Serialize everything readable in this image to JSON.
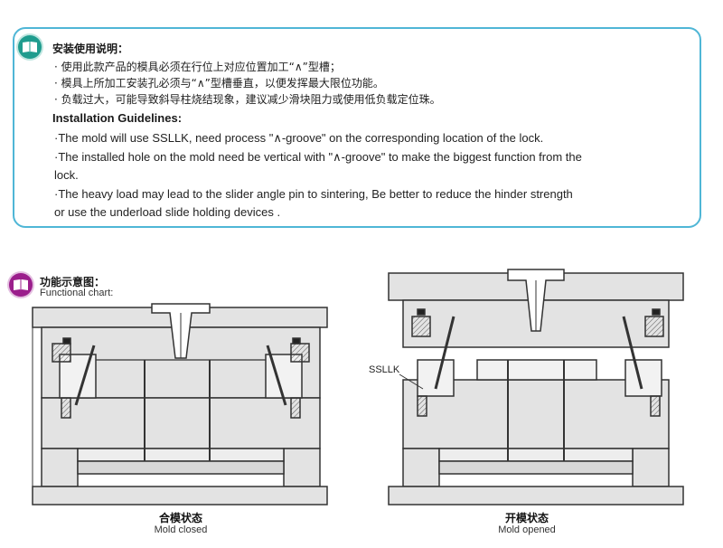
{
  "installation": {
    "cn_title": "安装使用说明：",
    "cn_lines": [
      "· 使用此款产品的模具必须在行位上对应位置加工“∧”型槽；",
      "· 模具上所加工安装孔必须与“∧”型槽垂直，以便发挥最大限位功能。",
      "· 负载过大，可能导致斜导柱烧结现象，建议减少滑块阻力或使用低负载定位珠。"
    ],
    "en_title": "Installation Guidelines:",
    "en_lines": [
      "·The mold will use SSLLK, need process \"∧-groove\" on the corresponding location of the lock.",
      "·The installed hole on the mold need be vertical with \"∧-groove\" to make the biggest  function from the",
      "   lock.",
      "·The heavy load may lead to the slider angle pin to sintering, Be better to reduce the hinder strength",
      "   or use the underload slide holding devices ."
    ]
  },
  "functional": {
    "cn_title": "功能示意图：",
    "en_title": "Functional chart:"
  },
  "diagrams": {
    "closed": {
      "caption_cn": "合模状态",
      "caption_en": "Mold closed"
    },
    "opened": {
      "caption_cn": "开模状态",
      "caption_en": "Mold opened",
      "label": "SSLLK"
    }
  },
  "colors": {
    "box_border": "#4fb6d6",
    "badge_teal": "#1f9c8e",
    "badge_purple": "#9b1e8c",
    "mold_fill": "#e3e3e3",
    "mold_stroke": "#333333"
  },
  "icons": [
    "book-icon",
    "book-icon"
  ]
}
